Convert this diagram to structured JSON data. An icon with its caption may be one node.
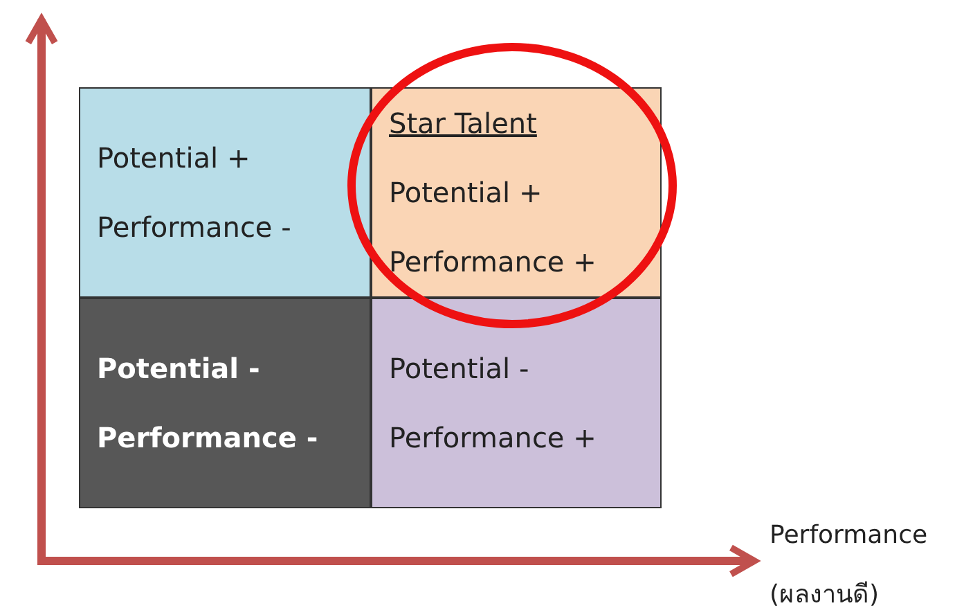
{
  "diagram": {
    "nodes": [
      {
        "text": [
          "Potential +",
          "Performance -"
        ]
      },
      {
        "text": [
          "Star Talent",
          "Potential +",
          "Performance +"
        ]
      },
      {
        "text": [
          "Potential -",
          "Performance -"
        ]
      },
      {
        "text": [
          "Potential -",
          "Performance +"
        ]
      }
    ],
    "labels": [
      "Performance",
      "(ผลงานดี)"
    ]
  }
}
